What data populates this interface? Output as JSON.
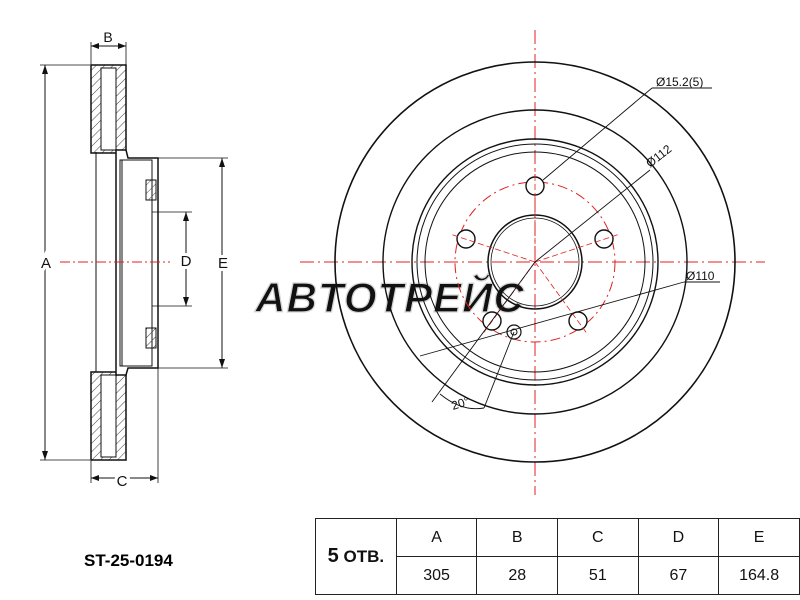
{
  "part_number": "ST-25-0194",
  "watermark": "ABTOTPEЙC",
  "side_view": {
    "labels": {
      "a": "A",
      "b": "B",
      "c": "C",
      "d": "D",
      "e": "E"
    }
  },
  "front_view": {
    "callouts": {
      "bolt_hole": "Ø15.2(5)",
      "pcd": "Ø112",
      "center_bore": "Ø110",
      "angle": "20°"
    }
  },
  "spec_table": {
    "holes_count": "5",
    "holes_unit": "ОТВ.",
    "headers": [
      "A",
      "B",
      "C",
      "D",
      "E"
    ],
    "values": [
      "305",
      "28",
      "51",
      "67",
      "164.8"
    ]
  },
  "colors": {
    "outline": "#111111",
    "centerline": "#e02020",
    "hatch": "#444444",
    "watermark": "#d6d6d6"
  }
}
